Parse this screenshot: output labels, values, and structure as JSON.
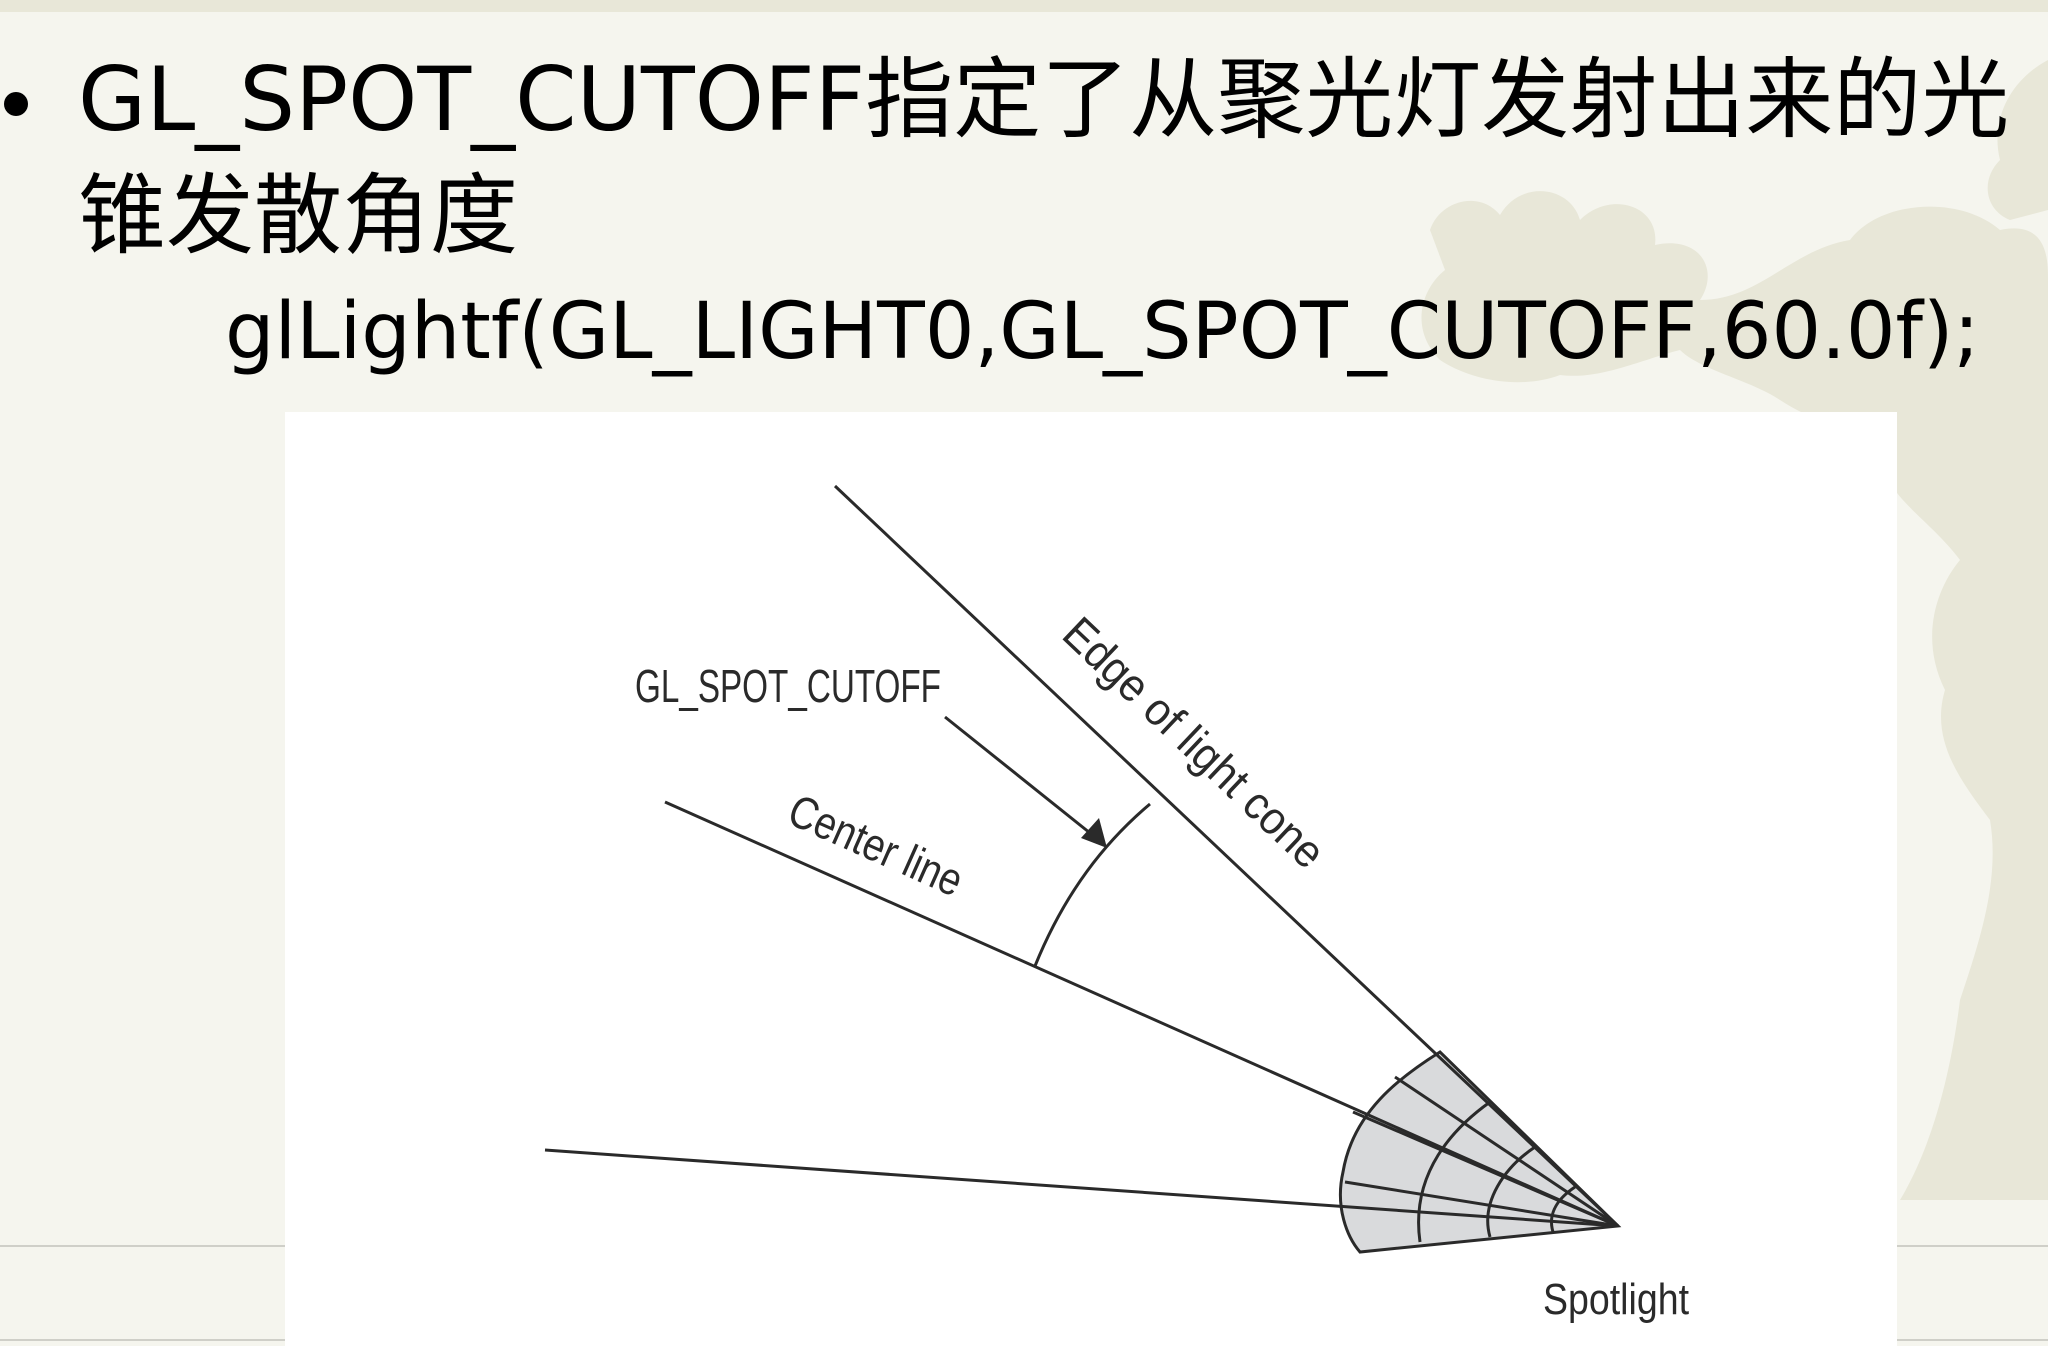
{
  "slide": {
    "bullet_text": "GL_SPOT_CUTOFF指定了从聚光灯发射出来的光锥发散角度",
    "code": "glLightf(GL_LIGHT0,GL_SPOT_CUTOFF,60.0f);"
  },
  "diagram": {
    "label_cutoff": "GL_SPOT_CUTOFF",
    "label_center_line": "Center line",
    "label_edge": "Edge of light cone",
    "label_spotlight": "Spotlight"
  },
  "colors": {
    "background": "#f5f5ee",
    "decoration": "#e8e7d8",
    "figure_background": "#ffffff",
    "cone_fill": "#d9dadc",
    "line": "#2a2a2a"
  }
}
